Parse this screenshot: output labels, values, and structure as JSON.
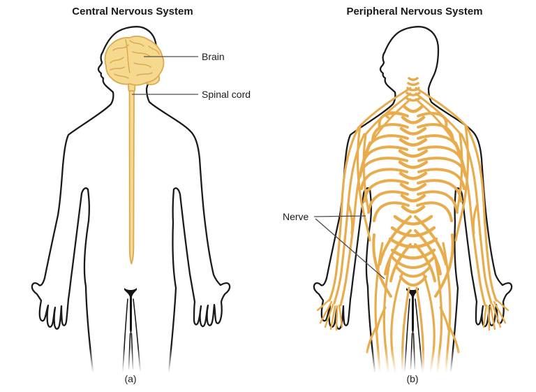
{
  "panel_a": {
    "title": "Central Nervous System",
    "caption": "(a)",
    "label_brain": "Brain",
    "label_spinal_cord": "Spinal cord"
  },
  "panel_b": {
    "title": "Peripheral Nervous System",
    "caption": "(b)",
    "label_nerve": "Nerve"
  },
  "colors": {
    "outline": "#1b1b1b",
    "cns_fill": "#F5D98E",
    "cns_stroke": "#DCA94F",
    "nerve": "#E9AC4C",
    "leader_line": "#4d4d4d",
    "text": "#1a1a1a",
    "bg": "#ffffff"
  }
}
